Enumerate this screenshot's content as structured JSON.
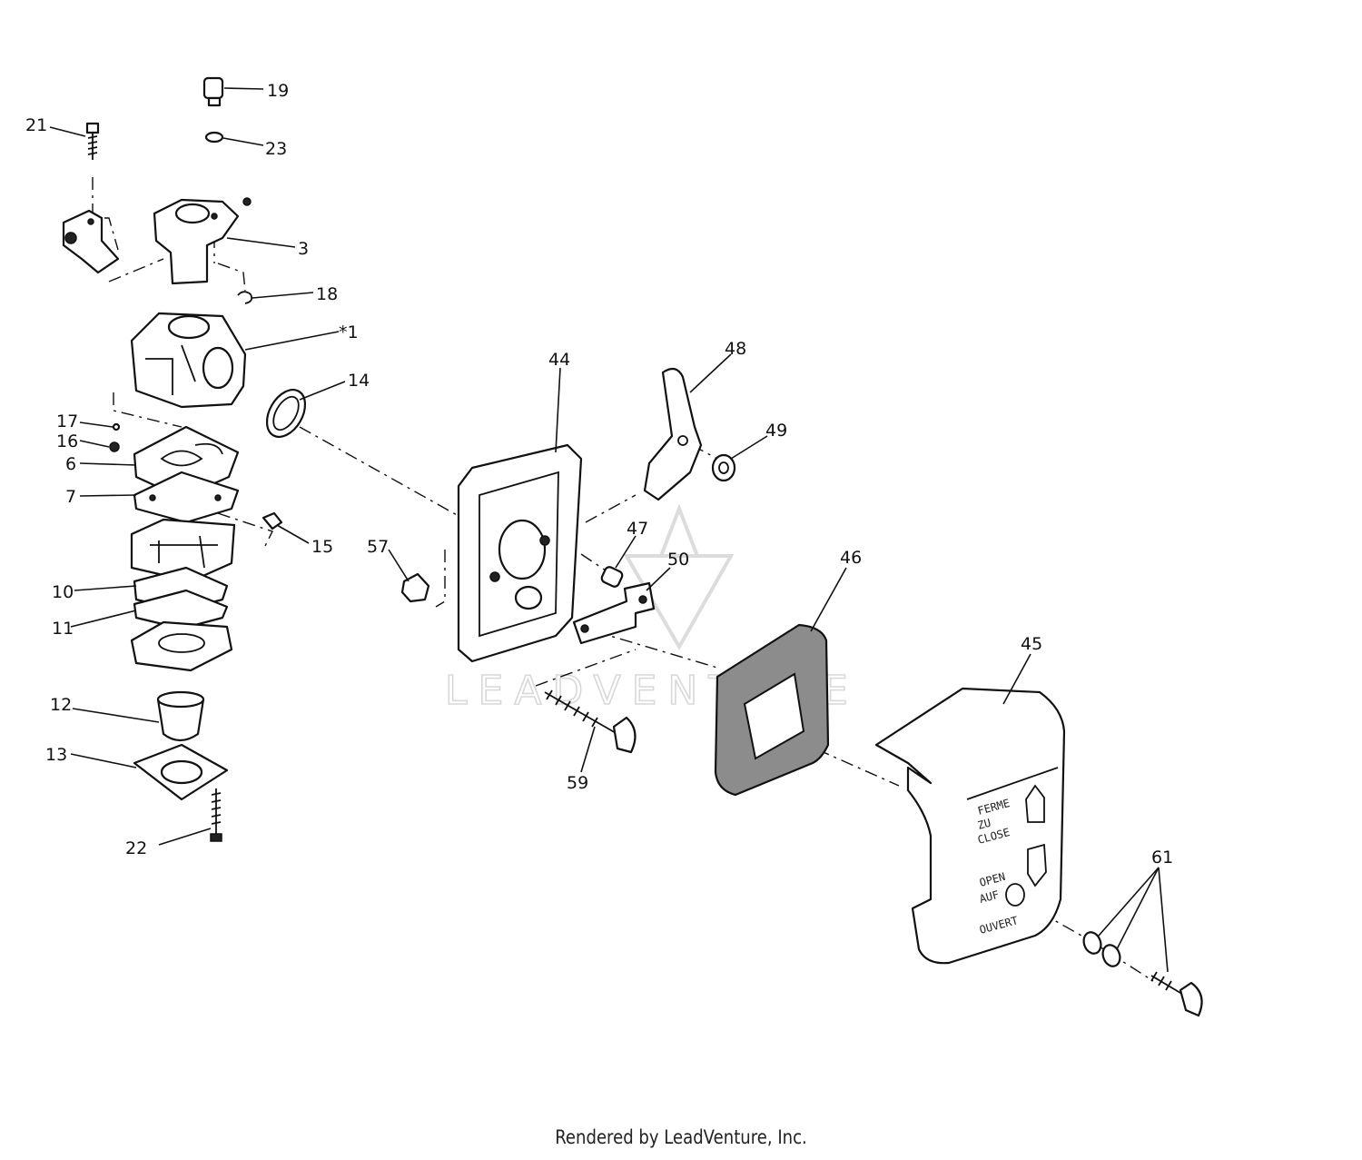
{
  "diagram": {
    "callouts": [
      "21",
      "19",
      "23",
      "3",
      "18",
      "*1",
      "14",
      "17",
      "16",
      "6",
      "7",
      "15",
      "10",
      "11",
      "12",
      "13",
      "22",
      "57",
      "44",
      "48",
      "49",
      "47",
      "50",
      "46",
      "59",
      "45",
      "61"
    ],
    "cover_text": [
      "FERME",
      "ZU",
      "CLOSE",
      "OPEN",
      "AUF",
      "OUVERT"
    ],
    "watermark": "LEADVENTURE"
  },
  "footer": {
    "credit": "Rendered by LeadVenture, Inc."
  }
}
